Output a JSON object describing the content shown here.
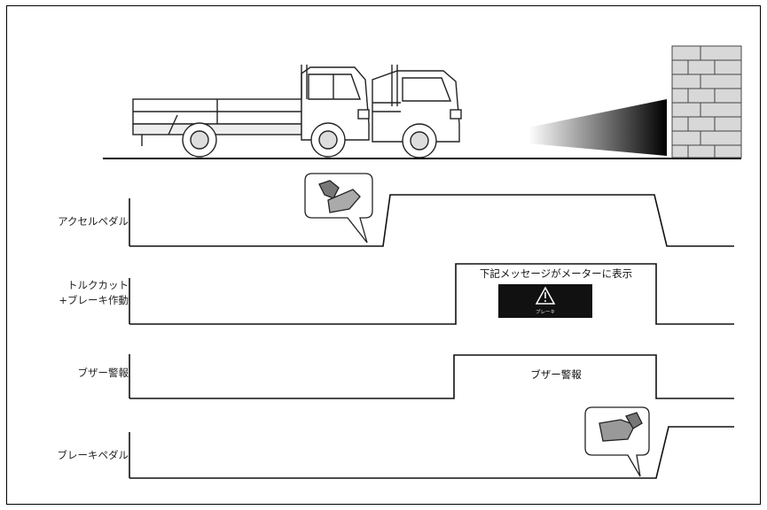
{
  "rows": [
    {
      "id": "accel",
      "label_lines": [
        "アクセルペダル"
      ]
    },
    {
      "id": "torque",
      "label_lines": [
        "トルクカット",
        "+ブレーキ作動"
      ]
    },
    {
      "id": "buzzer",
      "label_lines": [
        "ブザー警報"
      ]
    },
    {
      "id": "brake",
      "label_lines": [
        "ブレーキペダル"
      ]
    }
  ],
  "meter_message": "下記メッセージがメーターに表示",
  "warning_icon_label": "ブレーキ",
  "buzzer_box_label": "ブザー警報",
  "colors": {
    "line": "#111111",
    "panel": "#111111",
    "wall_fill": "#d8d8d8"
  }
}
